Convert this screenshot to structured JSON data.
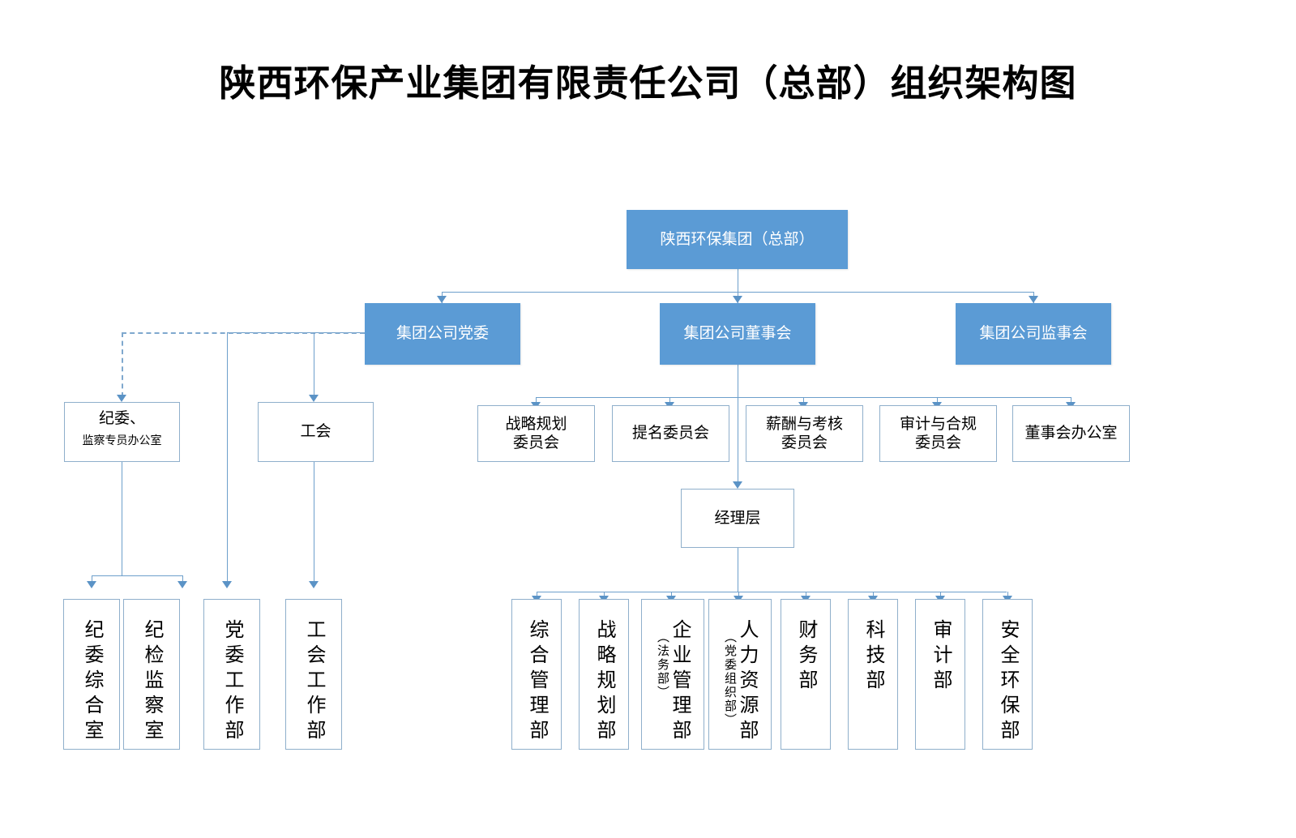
{
  "title": "陕西环保产业集团有限责任公司（总部）组织架构图",
  "colors": {
    "accent_fill": "#5B9BD5",
    "box_border": "#8FAFCB",
    "connector": "#6D9FCB",
    "text_on_accent": "#FFFFFF",
    "text": "#000000",
    "background": "#FFFFFF"
  },
  "nodes": {
    "root": {
      "label": "陕西环保集团（总部）"
    },
    "level2": [
      {
        "label": "集团公司党委"
      },
      {
        "label": "集团公司董事会"
      },
      {
        "label": "集团公司监事会"
      }
    ],
    "party_side": [
      {
        "label": "纪委、",
        "sub": "监察专员办公室"
      },
      {
        "label": "工会"
      }
    ],
    "board_committees": [
      {
        "line1": "战略规划",
        "line2": "委员会"
      },
      {
        "line1": "提名委员会",
        "line2": ""
      },
      {
        "line1": "薪酬与考核",
        "line2": "委员会"
      },
      {
        "line1": "审计与合规",
        "line2": "委员会"
      },
      {
        "line1": "董事会办公室",
        "line2": ""
      }
    ],
    "management": {
      "label": "经理层"
    },
    "party_departments": [
      {
        "label": "纪委综合室",
        "note": ""
      },
      {
        "label": "纪检监察室",
        "note": ""
      },
      {
        "label": "党委工作部",
        "note": ""
      },
      {
        "label": "工会工作部",
        "note": ""
      }
    ],
    "functional_departments": [
      {
        "label": "综合管理部",
        "note": ""
      },
      {
        "label": "战略规划部",
        "note": ""
      },
      {
        "label": "企业管理部",
        "note": "（法务部）"
      },
      {
        "label": "人力资源部",
        "note": "（党委组织部）"
      },
      {
        "label": "财务部",
        "note": ""
      },
      {
        "label": "科技部",
        "note": ""
      },
      {
        "label": "审计部",
        "note": ""
      },
      {
        "label": "安全环保部",
        "note": ""
      }
    ]
  }
}
